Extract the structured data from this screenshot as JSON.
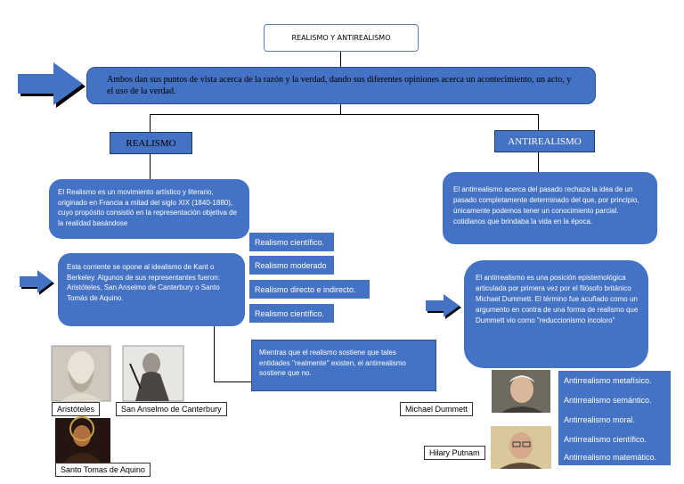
{
  "title": "REALISMO Y ANTIREALISMO",
  "intro": "Ambos dan sus puntos de vista acerca de la razón y la verdad, dando sus diferentes opiniones acerca un acontecimiento, un acto, y el uso de la verdad.",
  "left": {
    "heading": "REALISMO",
    "definition": "El Realismo es un movimiento artístico y literario, originado en Francia a mitad del siglo XIX (1840-1880), cuyo propósito consistió en la representación objetiva de la realidad basándose",
    "representatives_text": "Esta corriente se opone al idealismo de Kant o Berkeley. Algunos de sus representantes fueron: Aristóteles, San Anselmo de Canterbury o Santo Tomás de Aquino.",
    "types": [
      "Realismo científico.",
      "Realismo moderado",
      "Realismo directo e indirecto.",
      "Realismo científico."
    ],
    "people": [
      "Aristóteles",
      "San Anselmo de Canterbury",
      "Santo Tomas de Aquino"
    ]
  },
  "comparison": "Mientras que el realismo sostiene que tales entidades ''realmente'' existen, el antirrealismo sostiene que no.",
  "right": {
    "heading": "ANTIREALISMO",
    "definition": "El antirrealismo acerca del pasado rechaza la idea de un pasado completamente determinado del que, por principio, únicamente podemos tener un conocimiento parcial. cotidianos que brindaba la vida en la época.",
    "origin": "El antirrealismo es una posición epistemológica articulada por primera vez por el filósofo británico Michael Dummett. El término fue acuñado como un argumento en contra de una forma de realismo que Dummett vio como \"reduccionismo incoloro\"",
    "types": [
      "Antirrealismo metafísico.",
      "Antirrealismo semántico.",
      "Antirrealismo moral.",
      "Antirrealismo científico.",
      "Antirrealismo matemático."
    ],
    "people": [
      "Michael Dummett",
      "Hilary Putnam"
    ]
  },
  "colors": {
    "box_blue": "#4472c4",
    "dark_blue": "#1f3864"
  }
}
